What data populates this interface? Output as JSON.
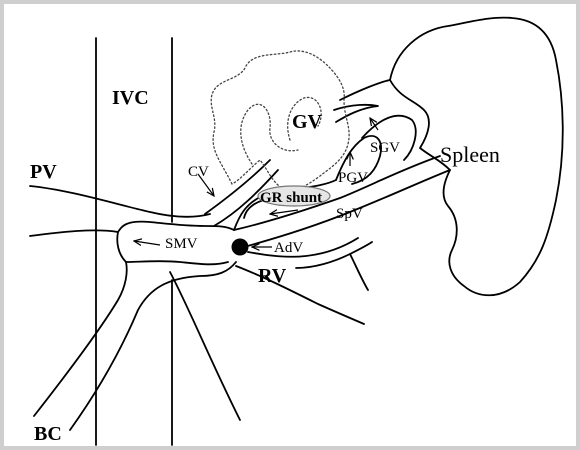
{
  "labels": {
    "ivc": "IVC",
    "pv": "PV",
    "gv": "GV",
    "sgv": "SGV",
    "spleen": "Spleen",
    "cv": "CV",
    "pgv": "PGV",
    "gr_shunt": "GR shunt",
    "spv": "SpV",
    "smv": "SMV",
    "adv": "AdV",
    "rv": "RV",
    "bc": "BC"
  }
}
